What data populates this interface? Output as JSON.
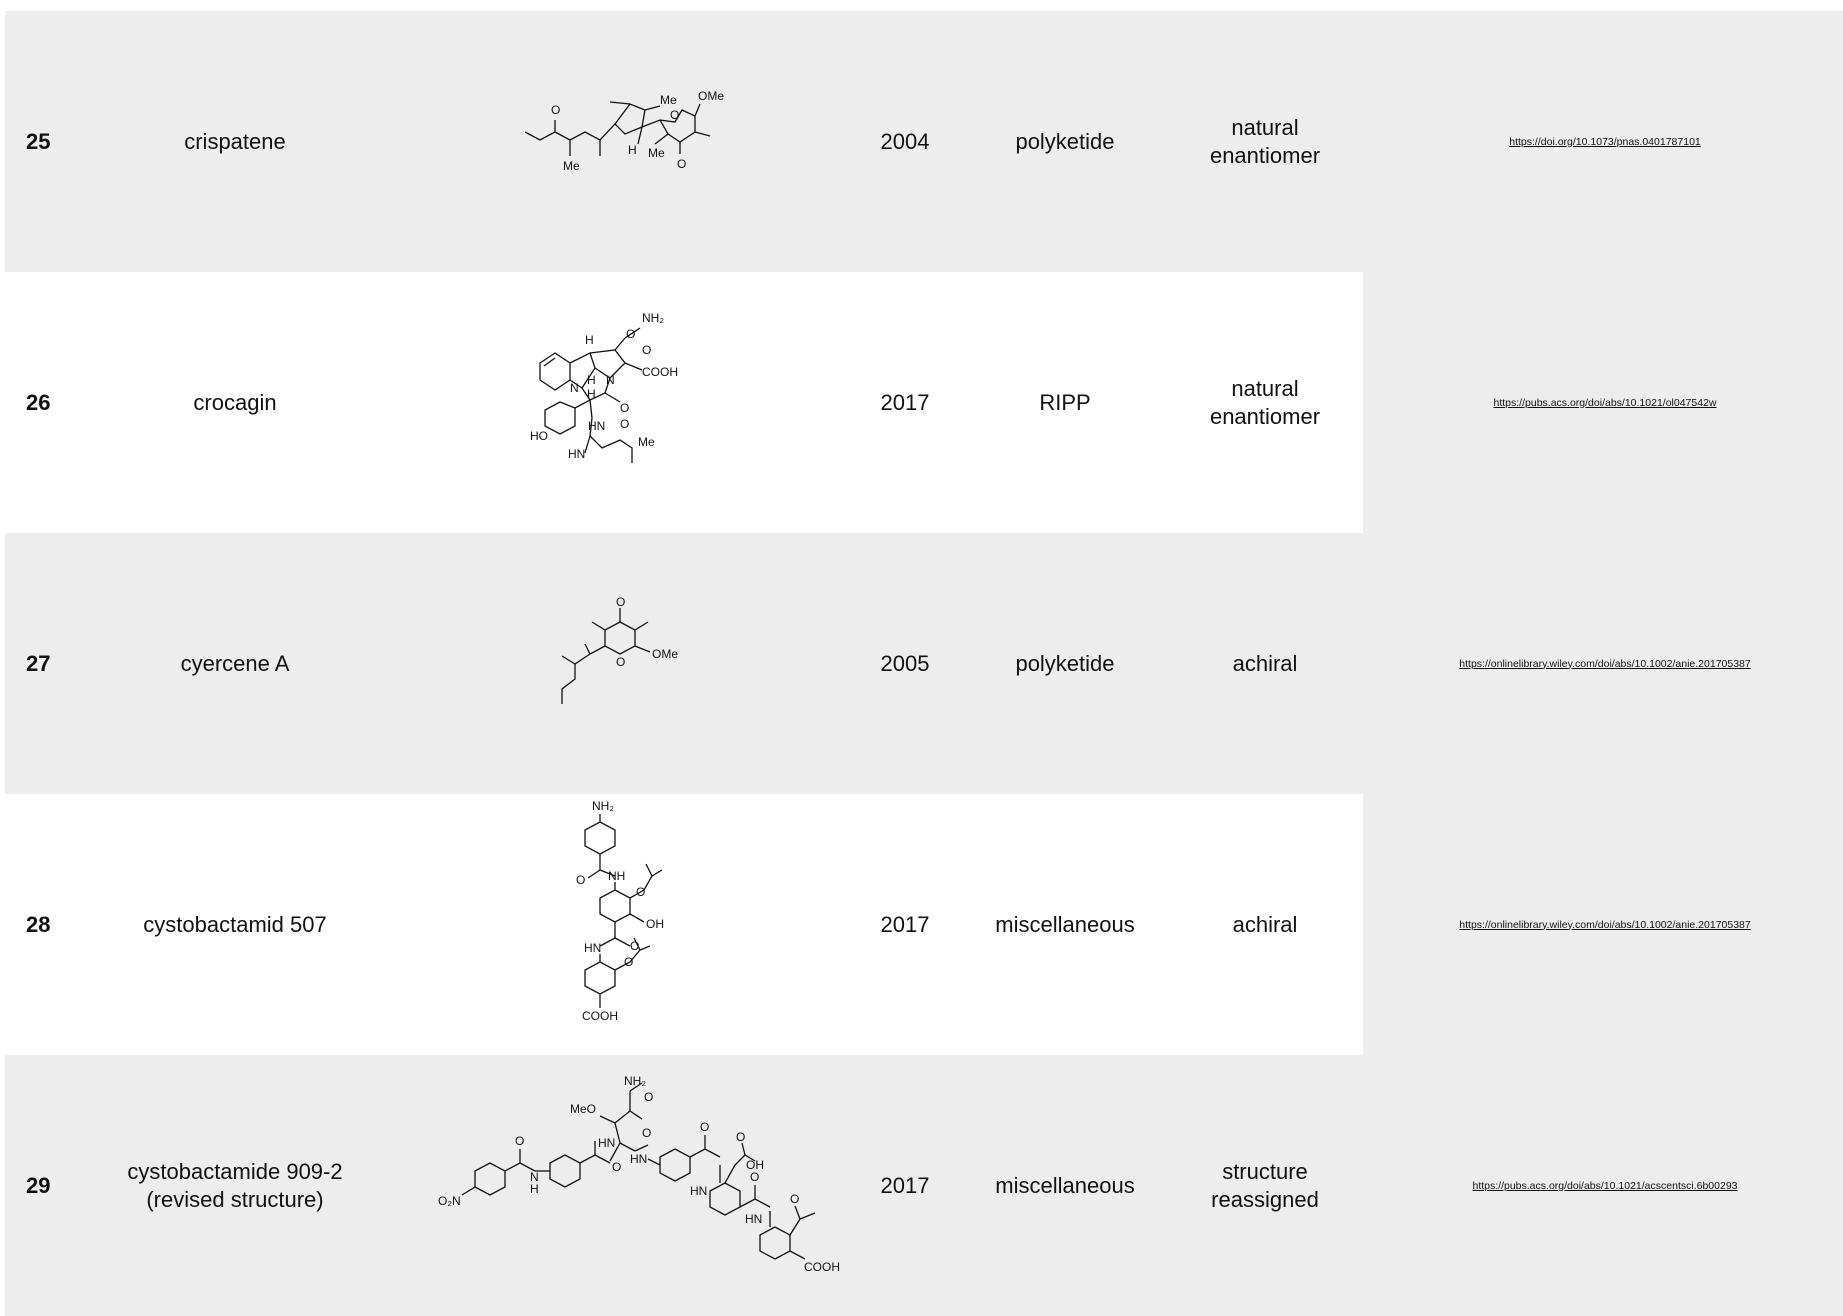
{
  "rows": [
    {
      "id": "25",
      "name_lines": [
        "crispatene"
      ],
      "year": "2004",
      "class": "polyketide",
      "type_lines": [
        "natural",
        "enantiomer"
      ],
      "link": "https://doi.org/10.1073/pnas.0401787101",
      "structure_labels": [
        "O",
        "Me",
        "Me",
        "OMe",
        "O",
        "O",
        "H",
        "Me"
      ]
    },
    {
      "id": "26",
      "name_lines": [
        "crocagin"
      ],
      "year": "2017",
      "class": "RIPP",
      "type_lines": [
        "natural",
        "enantiomer"
      ],
      "link": "https://pubs.acs.org/doi/abs/10.1021/ol047542w",
      "structure_labels": [
        "H",
        "NH₂",
        "O",
        "O",
        "N",
        "H",
        "N",
        "COOH",
        "H",
        "O",
        "HO",
        "HN",
        "O",
        "Me",
        "HN"
      ]
    },
    {
      "id": "27",
      "name_lines": [
        "cyercene A"
      ],
      "year": "2005",
      "class": "polyketide",
      "type_lines": [
        "achiral"
      ],
      "link": "https://onlinelibrary.wiley.com/doi/abs/10.1002/anie.201705387",
      "structure_labels": [
        "O",
        "O",
        "OMe"
      ]
    },
    {
      "id": "28",
      "name_lines": [
        "cystobactamid 507"
      ],
      "year": "2017",
      "class": "miscellaneous",
      "type_lines": [
        "achiral"
      ],
      "link": "https://onlinelibrary.wiley.com/doi/abs/10.1002/anie.201705387",
      "structure_labels": [
        "NH₂",
        "O",
        "NH",
        "O",
        "OH",
        "HN",
        "O",
        "O",
        "COOH"
      ]
    },
    {
      "id": "29",
      "name_lines": [
        "cystobactamide 909-2",
        "(revised structure)"
      ],
      "year": "2017",
      "class": "miscellaneous",
      "type_lines": [
        "structure",
        "reassigned"
      ],
      "link": "https://pubs.acs.org/doi/abs/10.1021/acscentsci.6b00293",
      "structure_labels": [
        "NH₂",
        "MeO",
        "O",
        "HN",
        "O",
        "O",
        "HN",
        "O",
        "N",
        "H",
        "O₂N",
        "O",
        "O",
        "OH",
        "HN",
        "O",
        "O",
        "HN",
        "COOH"
      ]
    }
  ]
}
